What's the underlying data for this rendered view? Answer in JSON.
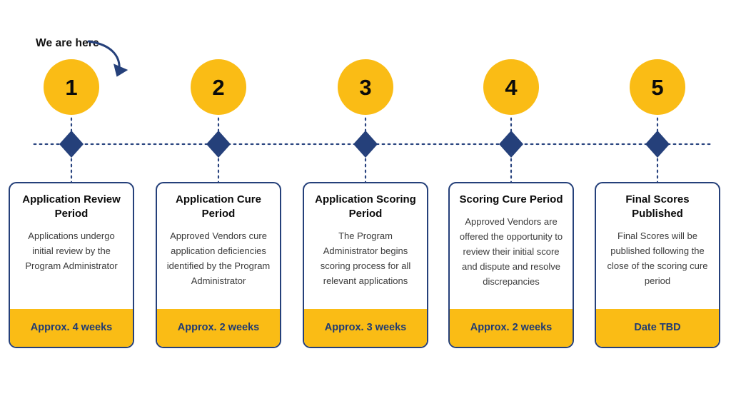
{
  "diagram": {
    "type": "process-timeline",
    "annotation": {
      "label": "We are here",
      "points_to_step": 1
    },
    "accent_colors": {
      "circle_yellow": "#FABC15",
      "footer_yellow": "#FABC15",
      "navy": "#25407A",
      "title_black": "#0B0B0B",
      "body_gray": "#3B3B3B"
    },
    "steps": [
      {
        "number": "1",
        "title": "Application Review Period",
        "description": "Applications undergo initial review by the Program Administrator",
        "duration": "Approx. 4 weeks"
      },
      {
        "number": "2",
        "title": "Application Cure Period",
        "description": "Approved Vendors cure application deficiencies identified by the Program Administrator",
        "duration": "Approx. 2 weeks"
      },
      {
        "number": "3",
        "title": "Application Scoring Period",
        "description": "The Program Administrator begins scoring process for all relevant applications",
        "duration": "Approx. 3 weeks"
      },
      {
        "number": "4",
        "title": "Scoring Cure Period",
        "description": "Approved Vendors are offered the opportunity to review their initial score and dispute and resolve discrepancies",
        "duration": "Approx. 2 weeks"
      },
      {
        "number": "5",
        "title": "Final Scores Published",
        "description": "Final Scores will be published following the close of the scoring cure period",
        "duration": "Date TBD"
      }
    ]
  }
}
